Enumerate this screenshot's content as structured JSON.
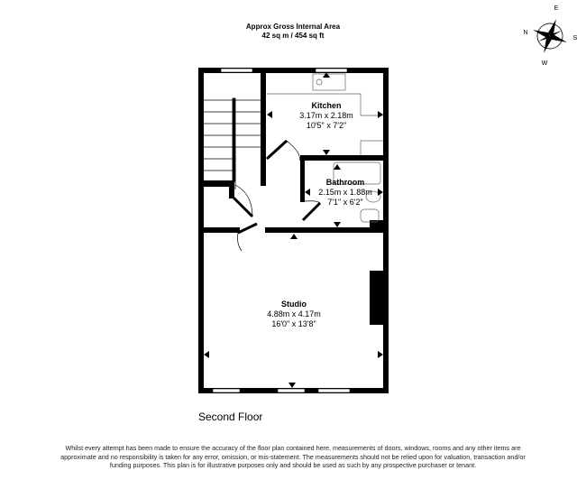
{
  "header": {
    "title": "Approx Gross Internal Area",
    "area": "42 sq m / 454 sq ft"
  },
  "compass": {
    "letters": [
      "N",
      "E",
      "S",
      "W"
    ],
    "icon": "compass-rose-icon"
  },
  "rooms": [
    {
      "name": "Kitchen",
      "metric": "3.17m x 2.18m",
      "imperial": "10'5\" x 7'2\""
    },
    {
      "name": "Bathroom",
      "metric": "2.15m x 1.88m",
      "imperial": "7'1\" x 6'2\""
    },
    {
      "name": "Studio",
      "metric": "4.88m x 4.17m",
      "imperial": "16'0\" x 13'8\""
    }
  ],
  "floor_label": "Second Floor",
  "disclaimer": "Whilst every attempt has been made to ensure the accuracy of the floor plan contained here, measurements of doors, windows, rooms and any other items are approximate and no responsibility is taken for any error, omission, or mis-statement. The measurements should not be relied upon for valuation, transaction and/or funding purposes. This plan is for illustrative purposes only and should be used as such by any prospective purchaser or tenant."
}
